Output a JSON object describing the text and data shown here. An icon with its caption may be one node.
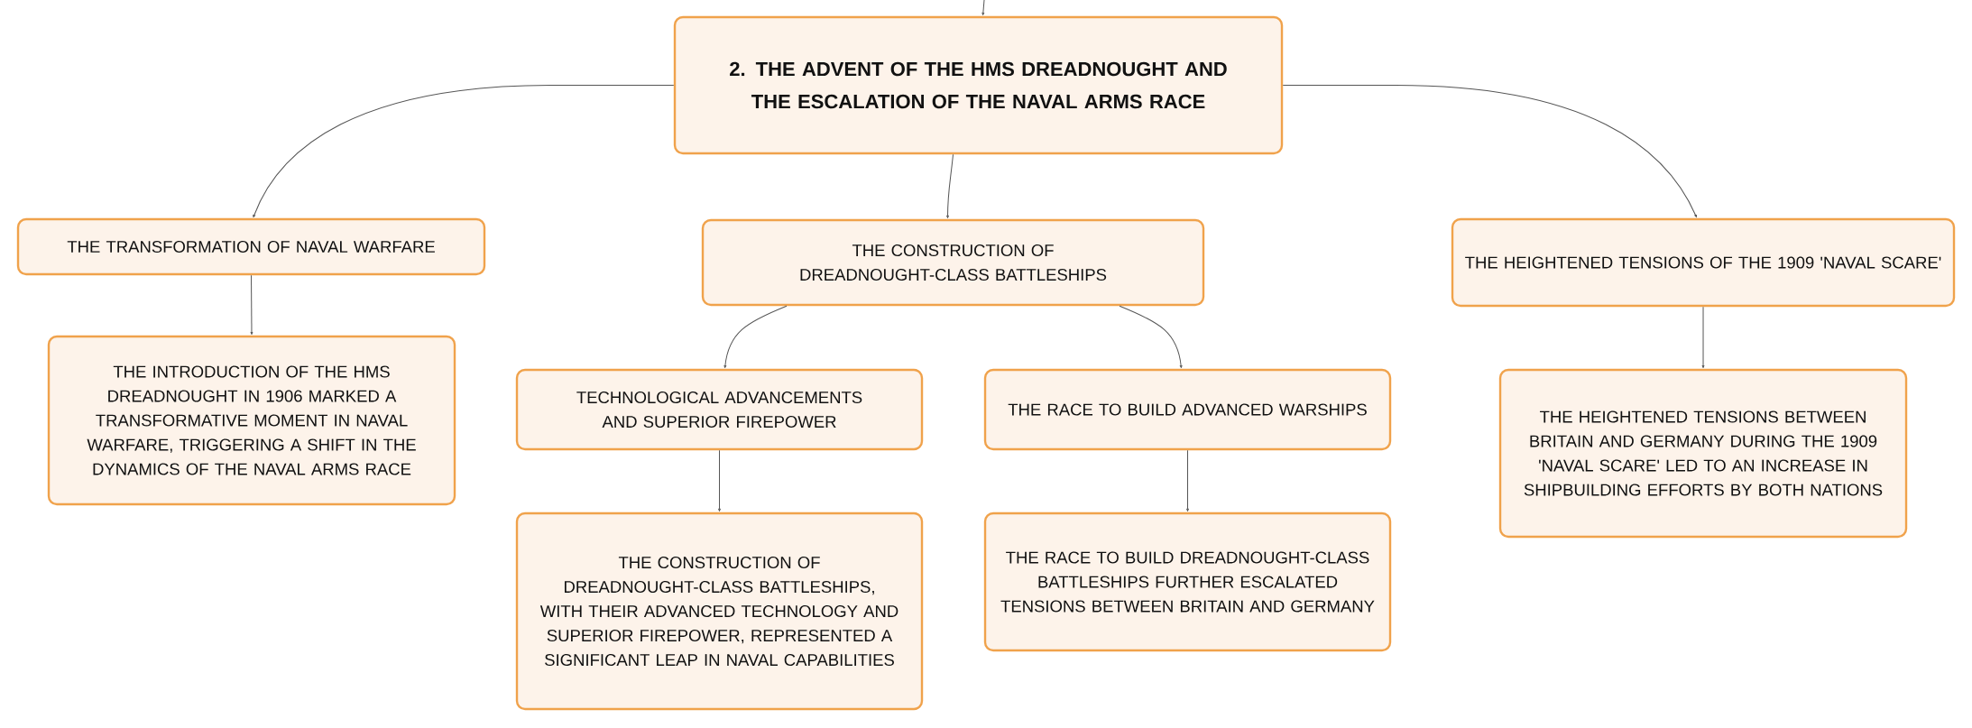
{
  "diagram": {
    "nodes": [
      {
        "text": [
          "2. THE ADVENT OF THE HMS DREADNOUGHT AND THE ESCALATION OF THE NAVAL ARMS RACE"
        ]
      },
      {
        "text": [
          "THE TRANSFORMATION OF NAVAL WARFARE"
        ]
      },
      {
        "text": [
          "THE INTRODUCTION OF THE HMS DREADNOUGHT IN 1906 MARKED A TRANSFORMATIVE MOMENT IN NAVAL WARFARE, TRIGGERING A SHIFT IN THE DYNAMICS OF THE NAVAL ARMS RACE"
        ]
      },
      {
        "text": [
          "THE CONSTRUCTION OF DREADNOUGHT-CLASS BATTLESHIPS"
        ]
      },
      {
        "text": [
          "TECHNOLOGICAL ADVANCEMENTS AND SUPERIOR FIREPOWER"
        ]
      },
      {
        "text": [
          "THE CONSTRUCTION OF DREADNOUGHT-CLASS BATTLESHIPS, WITH THEIR ADVANCED TECHNOLOGY AND SUPERIOR FIREPOWER, REPRESENTED A SIGNIFICANT LEAP IN NAVAL CAPABILITIES"
        ]
      },
      {
        "text": [
          "THE RACE TO BUILD ADVANCED WARSHIPS"
        ]
      },
      {
        "text": [
          "THE RACE TO BUILD DREADNOUGHT-CLASS BATTLESHIPS FURTHER ESCALATED TENSIONS BETWEEN BRITAIN AND GERMANY"
        ]
      },
      {
        "text": [
          "THE HEIGHTENED TENSIONS OF THE 1909 'NAVAL SCARE'"
        ]
      },
      {
        "text": [
          "THE HEIGHTENED TENSIONS BETWEEN BRITAIN AND GERMANY DURING THE 1909 'NAVAL SCARE' LED TO AN INCREASE IN SHIPBUILDING EFFORTS BY BOTH NATIONS"
        ]
      }
    ],
    "edges": [
      {
        "from": null,
        "to": 0,
        "arrow": "to"
      },
      {
        "from": 0,
        "to": 1,
        "arrow": "to"
      },
      {
        "from": 0,
        "to": 3,
        "arrow": "to"
      },
      {
        "from": 0,
        "to": 8,
        "arrow": "to"
      },
      {
        "from": 1,
        "to": 2,
        "arrow": "to"
      },
      {
        "from": 3,
        "to": 4,
        "arrow": "to"
      },
      {
        "from": 3,
        "to": 6,
        "arrow": "to"
      },
      {
        "from": 4,
        "to": 5,
        "arrow": "to"
      },
      {
        "from": 6,
        "to": 7,
        "arrow": "to"
      },
      {
        "from": 8,
        "to": 9,
        "arrow": "to"
      }
    ]
  }
}
